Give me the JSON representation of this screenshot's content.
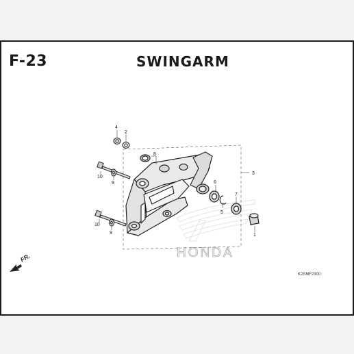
{
  "header": {
    "page_number": "F-23",
    "title": "SWINGARM"
  },
  "diagram": {
    "code": "K2SMF2300",
    "direction_label": "FR.",
    "watermark": "HONDA",
    "callouts": [
      {
        "id": "1"
      },
      {
        "id": "2"
      },
      {
        "id": "3"
      },
      {
        "id": "4"
      },
      {
        "id": "5"
      },
      {
        "id": "6"
      },
      {
        "id": "7"
      },
      {
        "id": "8"
      },
      {
        "id": "9a"
      },
      {
        "id": "9b"
      },
      {
        "id": "10a"
      },
      {
        "id": "10b"
      }
    ],
    "callout_labels": {
      "c1": "1",
      "c2": "2",
      "c3": "3",
      "c4": "4",
      "c5": "5",
      "c6": "6",
      "c7": "7",
      "c8": "8",
      "c9a": "9",
      "c9b": "9",
      "c10a": "10",
      "c10b": "10"
    }
  },
  "colors": {
    "frame": "#1a1a1a",
    "page": "#ffffff",
    "background": "#f2f2f2",
    "part_fill": "#e6e6e6",
    "line": "#2a2a2a"
  }
}
